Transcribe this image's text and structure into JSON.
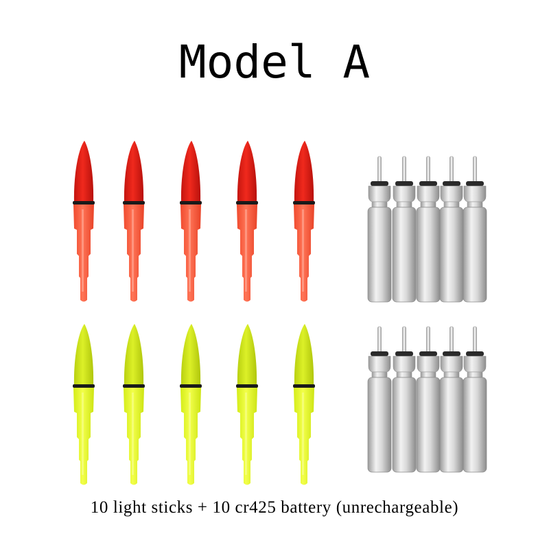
{
  "title": "Model A",
  "caption": "10 light sticks + 10 cr425 battery (unrechargeable)",
  "product": {
    "light_sticks": {
      "rows": [
        {
          "color_name": "red",
          "tip_color": "#e8231c",
          "base_color": "#ff5a3c",
          "count": 5
        },
        {
          "color_name": "yellow",
          "tip_color": "#cfe81a",
          "base_color": "#e6fb2c",
          "count": 5
        }
      ]
    },
    "batteries": {
      "rows": [
        {
          "count": 5,
          "color": "#c8c8c8"
        },
        {
          "count": 5,
          "color": "#c8c8c8"
        }
      ]
    }
  }
}
